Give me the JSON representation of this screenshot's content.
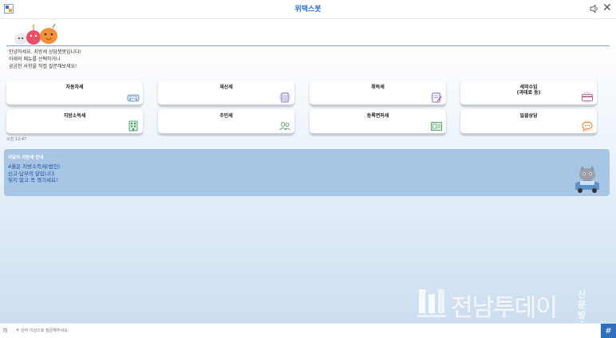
{
  "header": {
    "title": "위택스봇",
    "app_icon": "app-logo-icon",
    "speaker_icon": "speaker-icon",
    "close_label": "✕"
  },
  "greeting": {
    "lines": [
      "안녕하세요. 지방세 상담챗봇입니다!",
      "아래의 메뉴를 선택하거나",
      "궁금한 사항을 직접 질문해보세요!"
    ]
  },
  "menu": {
    "items": [
      {
        "label": "자동차세",
        "label2": "",
        "icon": "car-icon"
      },
      {
        "label": "재산세",
        "label2": "",
        "icon": "building-icon"
      },
      {
        "label": "취득세",
        "label2": "",
        "icon": "document-pen-icon"
      },
      {
        "label": "세외수입",
        "label2": "(과태료 등)",
        "icon": "card-icon"
      },
      {
        "label": "지방소득세",
        "label2": "",
        "icon": "office-building-icon"
      },
      {
        "label": "주민세",
        "label2": "",
        "icon": "people-icon"
      },
      {
        "label": "등록면허세",
        "label2": "",
        "icon": "license-icon"
      },
      {
        "label": "일괄상담",
        "label2": "",
        "icon": "chat-bubble-icon"
      }
    ]
  },
  "timestamp": "오전 12:47",
  "notice": {
    "title": "이달의 지방세 안내",
    "lines": [
      "4월은 지방소득세(법인)",
      "신고·납부의 달입니다.",
      "잊지 말고 꼭 챙기세요!"
    ]
  },
  "watermark": {
    "text": "전남투데이",
    "side": "신문방송"
  },
  "input": {
    "mode_label": "가",
    "placeholder": "두 단어 이상으로 질문해주세요."
  },
  "send_label": "#",
  "colors": {
    "accent": "#2f6fc0",
    "notice_bg": "#a7c6e5",
    "notice_text": "#1c4fa0"
  }
}
